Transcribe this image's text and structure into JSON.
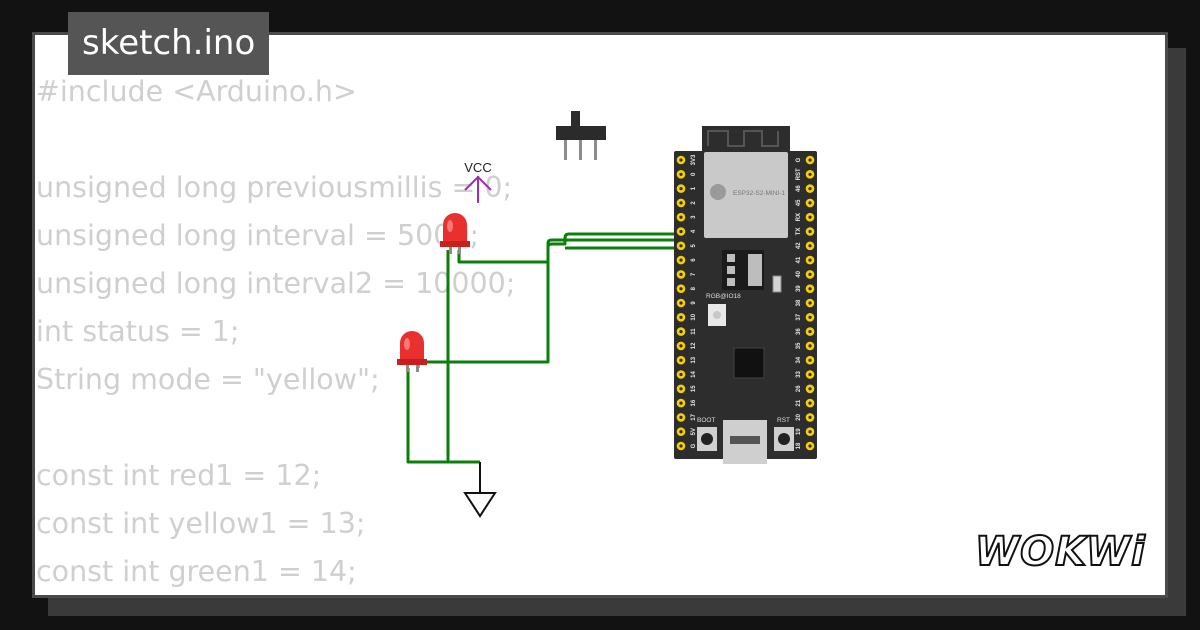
{
  "tab": {
    "filename": "sketch.ino"
  },
  "code_lines": [
    "#include <Arduino.h>",
    "",
    "unsigned long previousmillis = 0;",
    "unsigned long interval = 5000;",
    "unsigned long interval2 = 10000;",
    "int status = 1;",
    "String mode = \"yellow\";",
    "",
    "const int red1 = 12;",
    "const int yellow1 = 13;",
    "const int green1 = 14;"
  ],
  "circuit": {
    "vcc_label": "VCC",
    "board": {
      "module_label": "ESP32-S2-MINI-1",
      "rgb_label": "RGB@IO18",
      "boot_label": "BOOT",
      "rst_label": "RST",
      "left_pins": [
        "3V3",
        "0",
        "1",
        "2",
        "3",
        "4",
        "5",
        "6",
        "7",
        "8",
        "9",
        "10",
        "11",
        "12",
        "13",
        "14",
        "15",
        "16",
        "17",
        "5V",
        "G"
      ],
      "right_pins": [
        "G",
        "RST",
        "46",
        "45",
        "RX",
        "TX",
        "42",
        "41",
        "40",
        "39",
        "38",
        "37",
        "36",
        "35",
        "34",
        "33",
        "26",
        "21",
        "20",
        "19",
        "18"
      ]
    },
    "wire_color": "#0a7f0a",
    "led_color": "#e8302e",
    "vcc_color": "#9b2fb0",
    "board_color": "#2d2d2d",
    "pin_color": "#f5d000"
  },
  "brand": {
    "logo": "WOKWi"
  }
}
